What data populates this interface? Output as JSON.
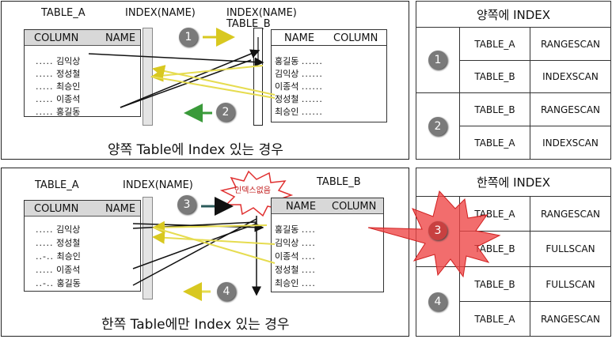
{
  "top": {
    "labels": {
      "table_a": "TABLE_A",
      "index_left": "INDEX(NAME)",
      "index_right": "INDEX(NAME)",
      "table_b": "TABLE_B"
    },
    "left_table": {
      "col1": "COLUMN",
      "col2": "NAME",
      "rows": [
        "김익상",
        "정성철",
        "최승인",
        "이종석",
        "홍길동"
      ],
      "dots": "....."
    },
    "right_table": {
      "col1": "NAME",
      "col2": "COLUMN",
      "rows": [
        "홍길동",
        "김익상",
        "이종석",
        "정성철",
        "최승인"
      ],
      "dots": "......"
    },
    "steps": [
      "1",
      "2"
    ],
    "caption": "양쪽 Table에 Index 있는 경우"
  },
  "bottom": {
    "labels": {
      "table_a": "TABLE_A",
      "index_left": "INDEX(NAME)",
      "table_b": "TABLE_B",
      "burst_label": "인덱스없음"
    },
    "left_table": {
      "col1": "COLUMN",
      "col2": "NAME",
      "rows": [
        "김익상",
        "정성철",
        "최승인",
        "이종석",
        "홍길동"
      ],
      "dots": [
        ".....",
        ".....",
        "..-..",
        ".....",
        "..-.."
      ]
    },
    "right_table": {
      "col1": "NAME",
      "col2": "COLUMN",
      "rows": [
        "홍길동",
        "김익상",
        "이종석",
        "정성철",
        "최승인"
      ],
      "dots": "...."
    },
    "steps": [
      "3",
      "4"
    ],
    "caption": "한쪽 Table에만 Index 있는 경우"
  },
  "right_top": {
    "header": "양쪽에 INDEX",
    "groups": [
      {
        "step": "1",
        "rows": [
          [
            "TABLE_A",
            "RANGESCAN"
          ],
          [
            "TABLE_B",
            "INDEXSCAN"
          ]
        ]
      },
      {
        "step": "2",
        "rows": [
          [
            "TABLE_B",
            "RANGESCAN"
          ],
          [
            "TABLE_A",
            "INDEXSCAN"
          ]
        ]
      }
    ]
  },
  "right_bottom": {
    "header": "한쪽에 INDEX",
    "groups": [
      {
        "step": "3",
        "rows": [
          [
            "TABLE_A",
            "RANGESCAN"
          ],
          [
            "TABLE_B",
            "FULLSCAN"
          ]
        ]
      },
      {
        "step": "4",
        "rows": [
          [
            "TABLE_B",
            "FULLSCAN"
          ],
          [
            "TABLE_A",
            "RANGESCAN"
          ]
        ]
      }
    ]
  },
  "colors": {
    "burst": "#ee4444",
    "arrow_yellow": "#e8e050",
    "arrow_green": "#44aa44",
    "arrow_black": "#111111"
  }
}
